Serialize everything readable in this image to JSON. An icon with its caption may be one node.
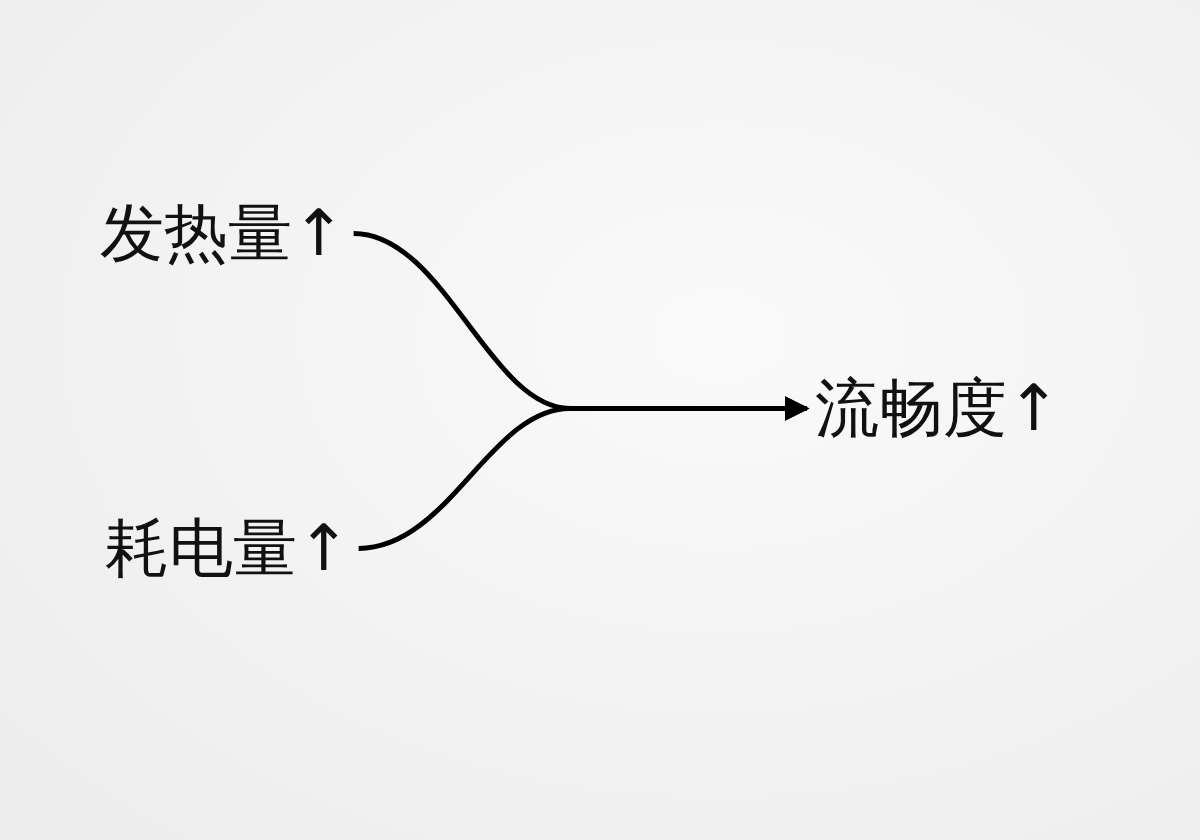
{
  "diagram": {
    "nodes": [
      {
        "text": [
          "发热量↑"
        ]
      },
      {
        "text": [
          "耗电量↑"
        ]
      },
      {
        "text": [
          "流畅度↑"
        ]
      }
    ],
    "edges": [
      {
        "from": 0,
        "to": 2,
        "arrow": "to"
      },
      {
        "from": 1,
        "to": 2,
        "arrow": "to"
      }
    ]
  }
}
